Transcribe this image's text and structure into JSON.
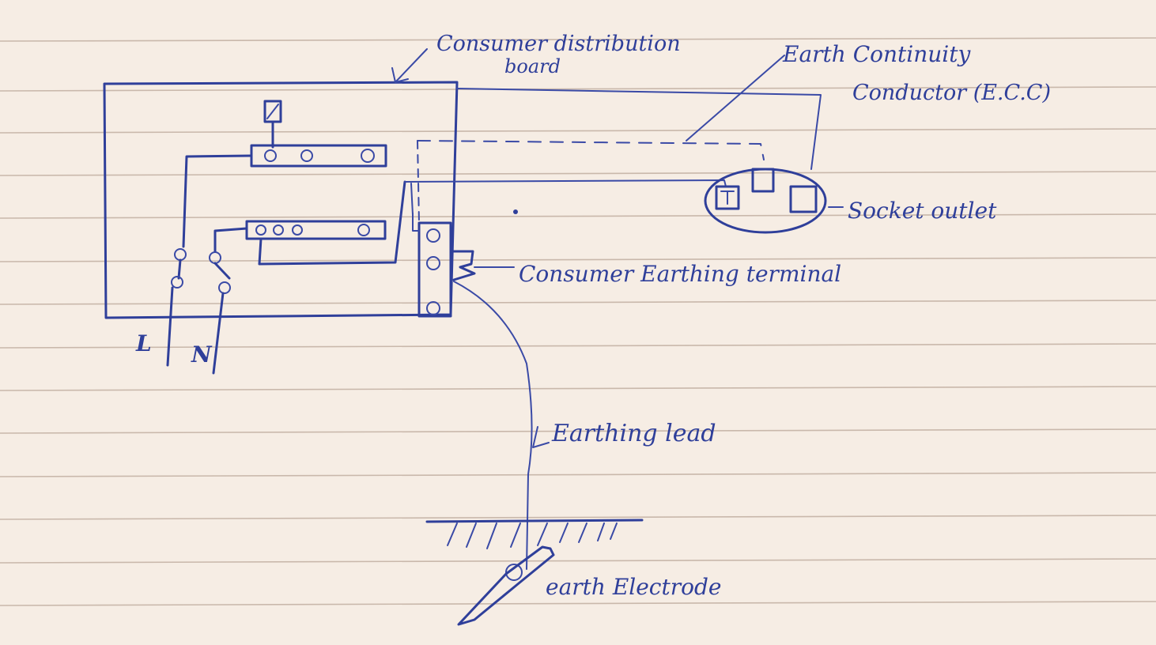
{
  "labels": {
    "board": "Consumer distribution board",
    "board_line1": "Consumer distribution",
    "board_line2": "board",
    "ecc_line1": "Earth Continuity",
    "ecc_line2": "Conductor (E.C.C)",
    "socket": "Socket outlet",
    "terminal": "Consumer Earthing terminal",
    "lead": "Earthing lead",
    "electrode": "earth Electrode",
    "live": "L",
    "neutral": "N"
  },
  "colors": {
    "paper": "#f6ede4",
    "ruled_line": "#c9b8ab",
    "ink": "#2f3f9a"
  }
}
